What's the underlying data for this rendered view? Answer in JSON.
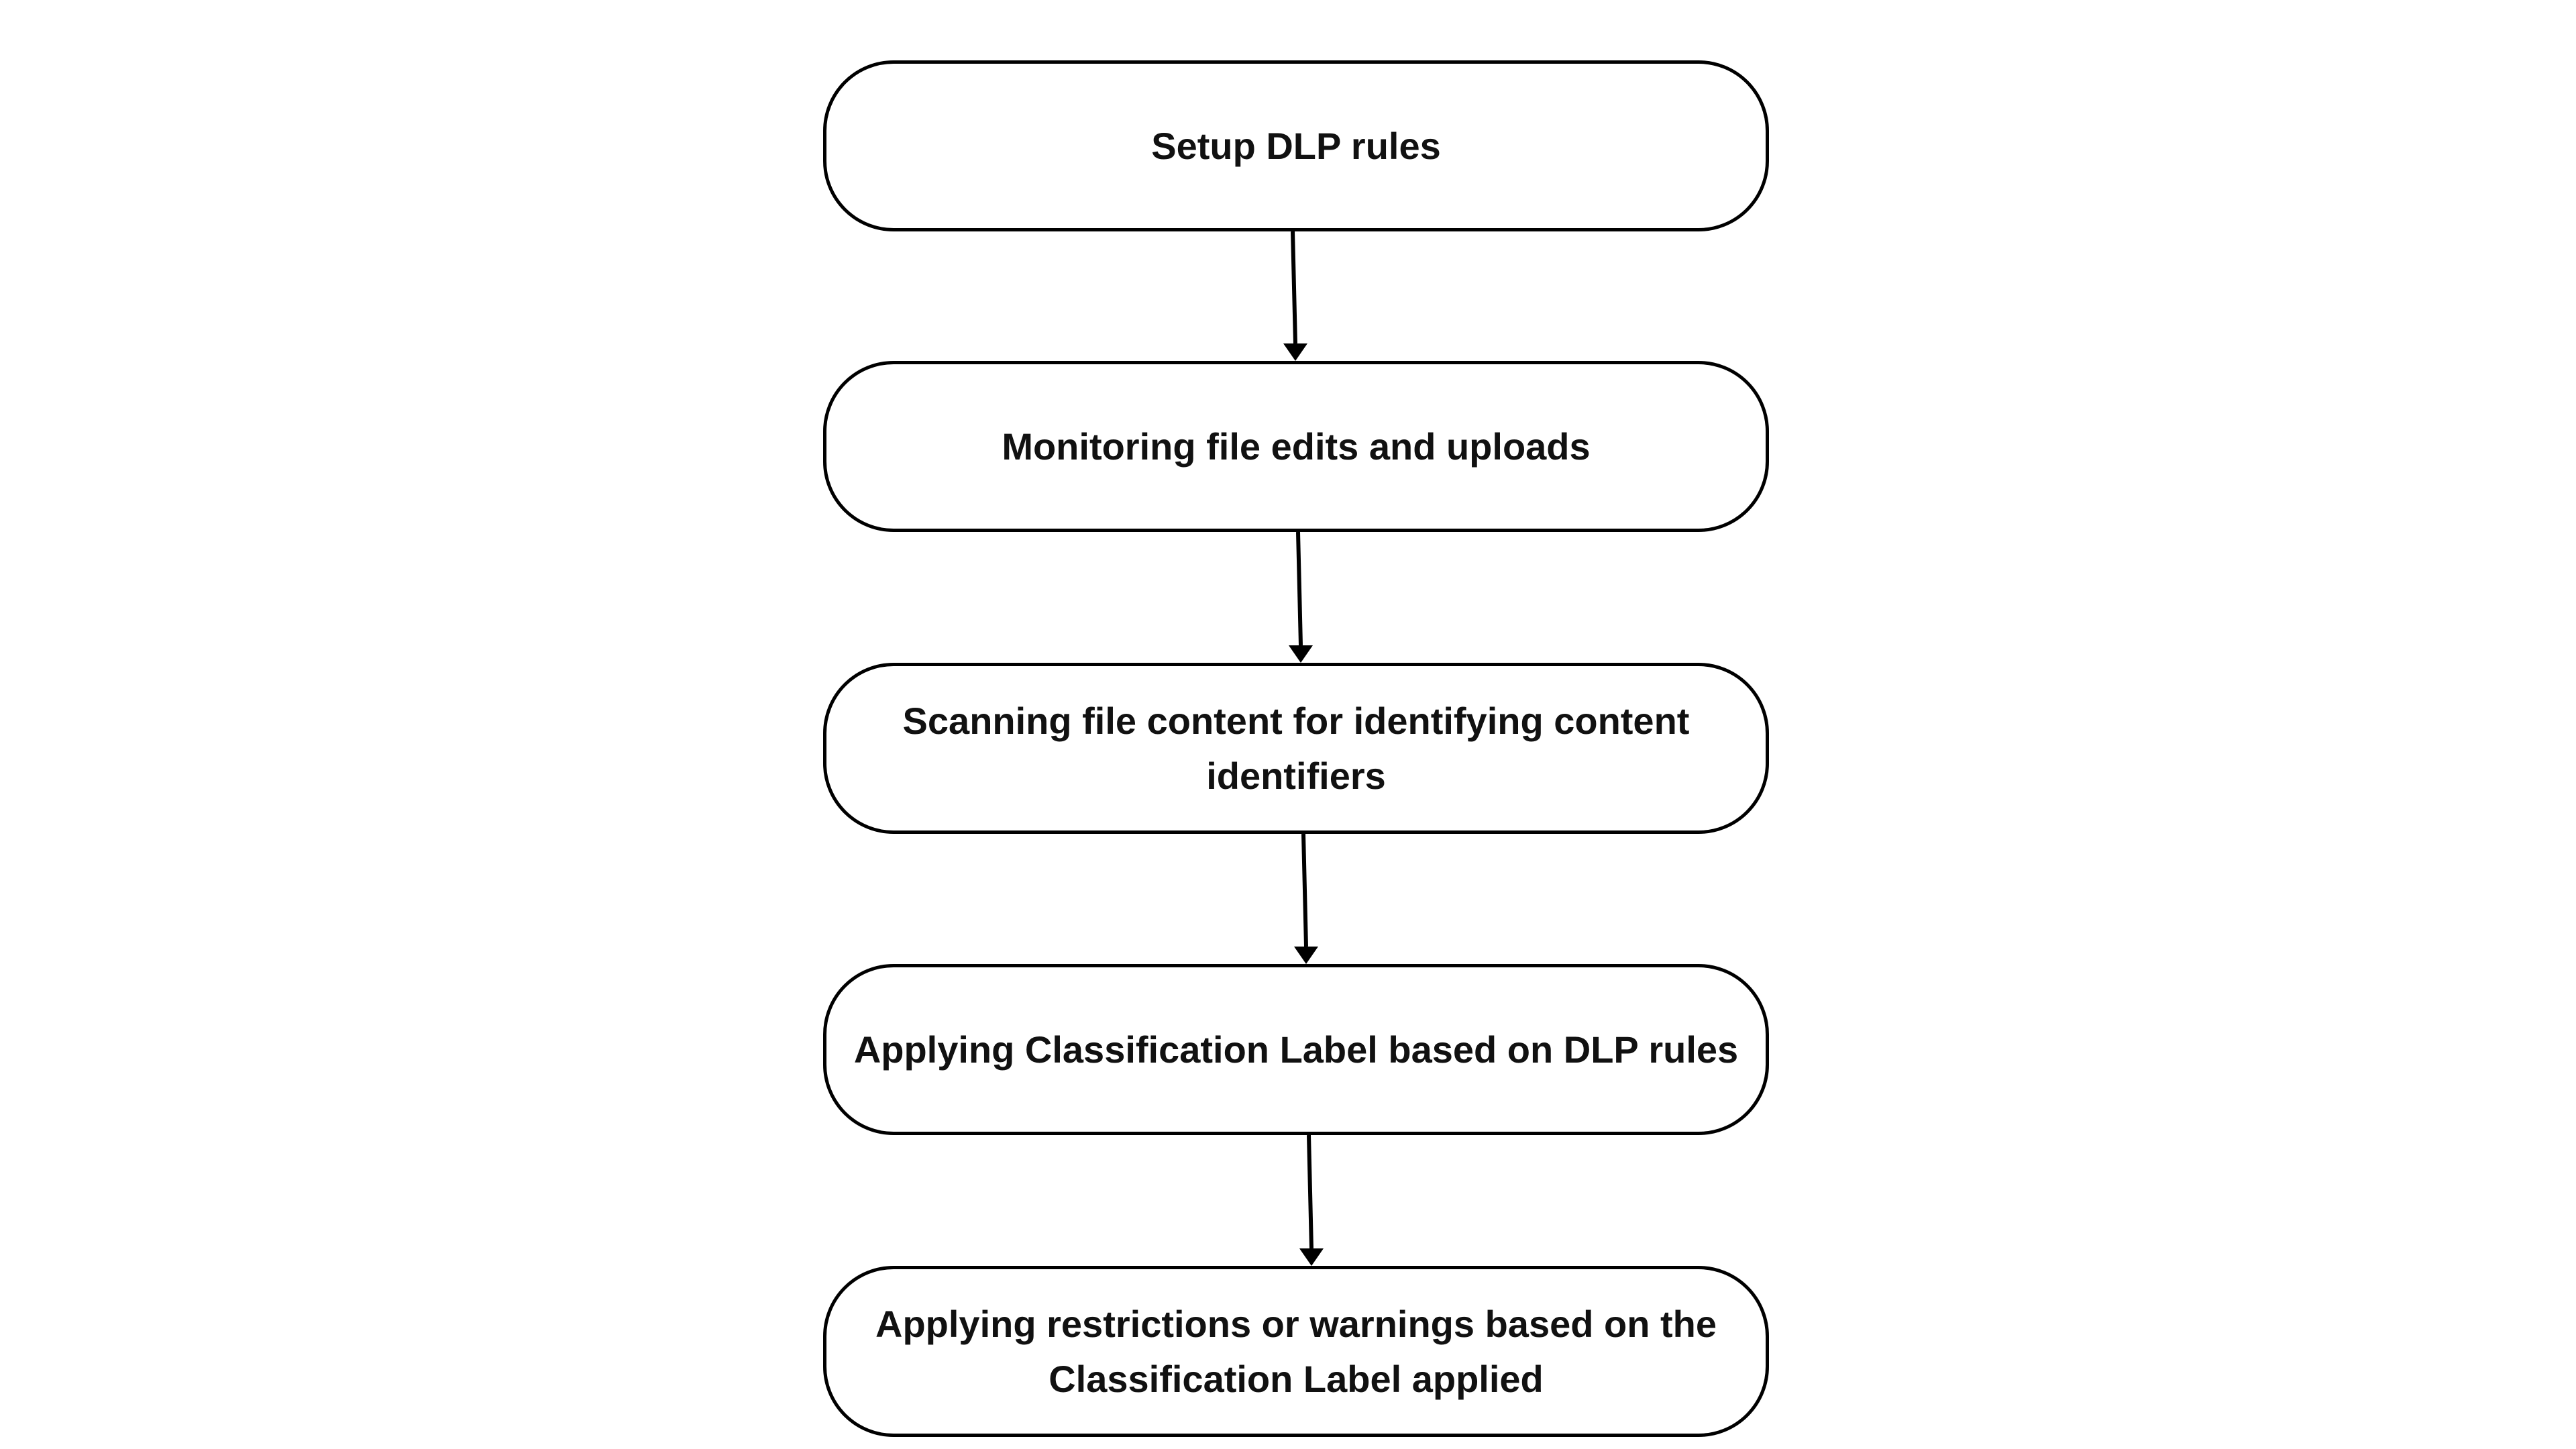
{
  "diagram": {
    "type": "flowchart",
    "steps": [
      {
        "id": "step-1",
        "label": "Setup DLP rules"
      },
      {
        "id": "step-2",
        "label": "Monitoring file edits and uploads"
      },
      {
        "id": "step-3",
        "label": "Scanning file content for identifying content identifiers"
      },
      {
        "id": "step-4",
        "label": "Applying Classification Label based on DLP rules"
      },
      {
        "id": "step-5",
        "label": "Applying restrictions or warnings based on the Classification Label applied"
      }
    ],
    "connections": [
      {
        "from": "step-1",
        "to": "step-2"
      },
      {
        "from": "step-2",
        "to": "step-3"
      },
      {
        "from": "step-3",
        "to": "step-4"
      },
      {
        "from": "step-4",
        "to": "step-5"
      }
    ],
    "colors": {
      "background": "#ffffff",
      "stroke": "#000000",
      "text": "#111111"
    }
  }
}
